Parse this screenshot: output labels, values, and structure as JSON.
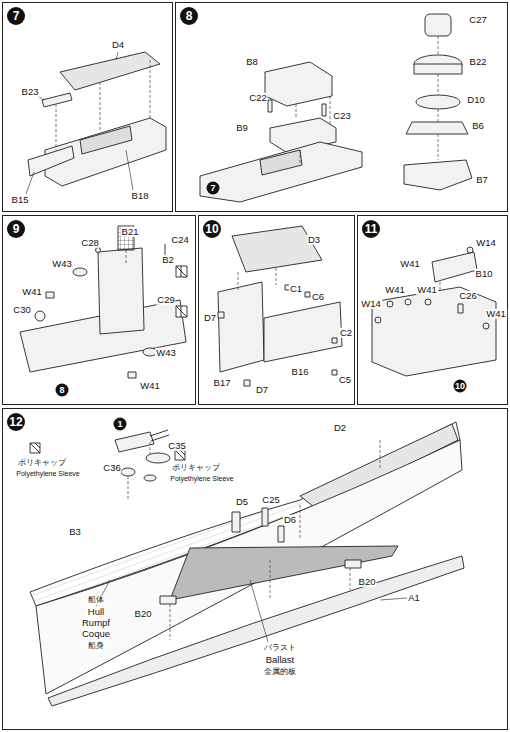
{
  "diagram": {
    "nodes": [
      {
        "text": [
          "7"
        ]
      },
      {
        "text": [
          "8"
        ]
      },
      {
        "text": [
          "9"
        ]
      },
      {
        "text": [
          "10"
        ]
      },
      {
        "text": [
          "11"
        ]
      },
      {
        "text": [
          "12"
        ]
      }
    ],
    "labels": [
      "D4",
      "B23",
      "B15",
      "B18",
      "B8",
      "C22",
      "C23",
      "B9",
      "7",
      "C27",
      "B22",
      "D10",
      "B6",
      "B7",
      "B21",
      "C24",
      "C28",
      "B2",
      "W43",
      "W41",
      "C29",
      "C30",
      "W43",
      "W41",
      "8",
      "D3",
      "D7",
      "C1",
      "C6",
      "B17",
      "C2",
      "B16",
      "C5",
      "D7",
      "W14",
      "W41",
      "B10",
      "W14",
      "W41",
      "W41",
      "C26",
      "W41",
      "10",
      "1",
      "C35",
      "C36",
      "ポリキャップ",
      "Polyethylene Sleeve",
      "ポリキャップ",
      "Polyethylene Sleeve",
      "B3",
      "D5",
      "C25",
      "D6",
      "D2",
      "B20",
      "B20",
      "A1",
      "船体",
      "Hull",
      "Rumpf",
      "Coque",
      "船身",
      "バラスト",
      "Ballast",
      "金属的板"
    ]
  }
}
